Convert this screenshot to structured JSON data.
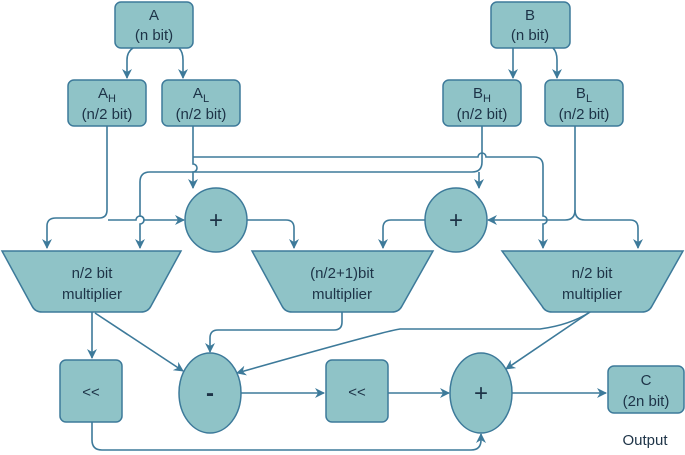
{
  "colors": {
    "fill": "#8fc3c7",
    "stroke": "#3d7a9a",
    "text": "#1d3347"
  },
  "inputs": {
    "a": {
      "name": "A",
      "bits": "(n bit)"
    },
    "b": {
      "name": "B",
      "bits": "(n bit)"
    },
    "ah": {
      "name": "A",
      "sub": "H",
      "bits": "(n/2 bit)"
    },
    "al": {
      "name": "A",
      "sub": "L",
      "bits": "(n/2 bit)"
    },
    "bh": {
      "name": "B",
      "sub": "H",
      "bits": "(n/2 bit)"
    },
    "bl": {
      "name": "B",
      "sub": "L",
      "bits": "(n/2 bit)"
    }
  },
  "adders": {
    "plus1": "+",
    "plus2": "+",
    "plus3": "+",
    "minus": "-"
  },
  "multipliers": [
    {
      "line1": "n/2 bit",
      "line2": "multiplier"
    },
    {
      "line1": "(n/2+1)bit",
      "line2": "multiplier"
    },
    {
      "line1": "n/2 bit",
      "line2": "multiplier"
    }
  ],
  "shifts": {
    "s1": "<<",
    "s2": "<<"
  },
  "output": {
    "name": "C",
    "bits": "(2n bit)",
    "label": "Output"
  }
}
